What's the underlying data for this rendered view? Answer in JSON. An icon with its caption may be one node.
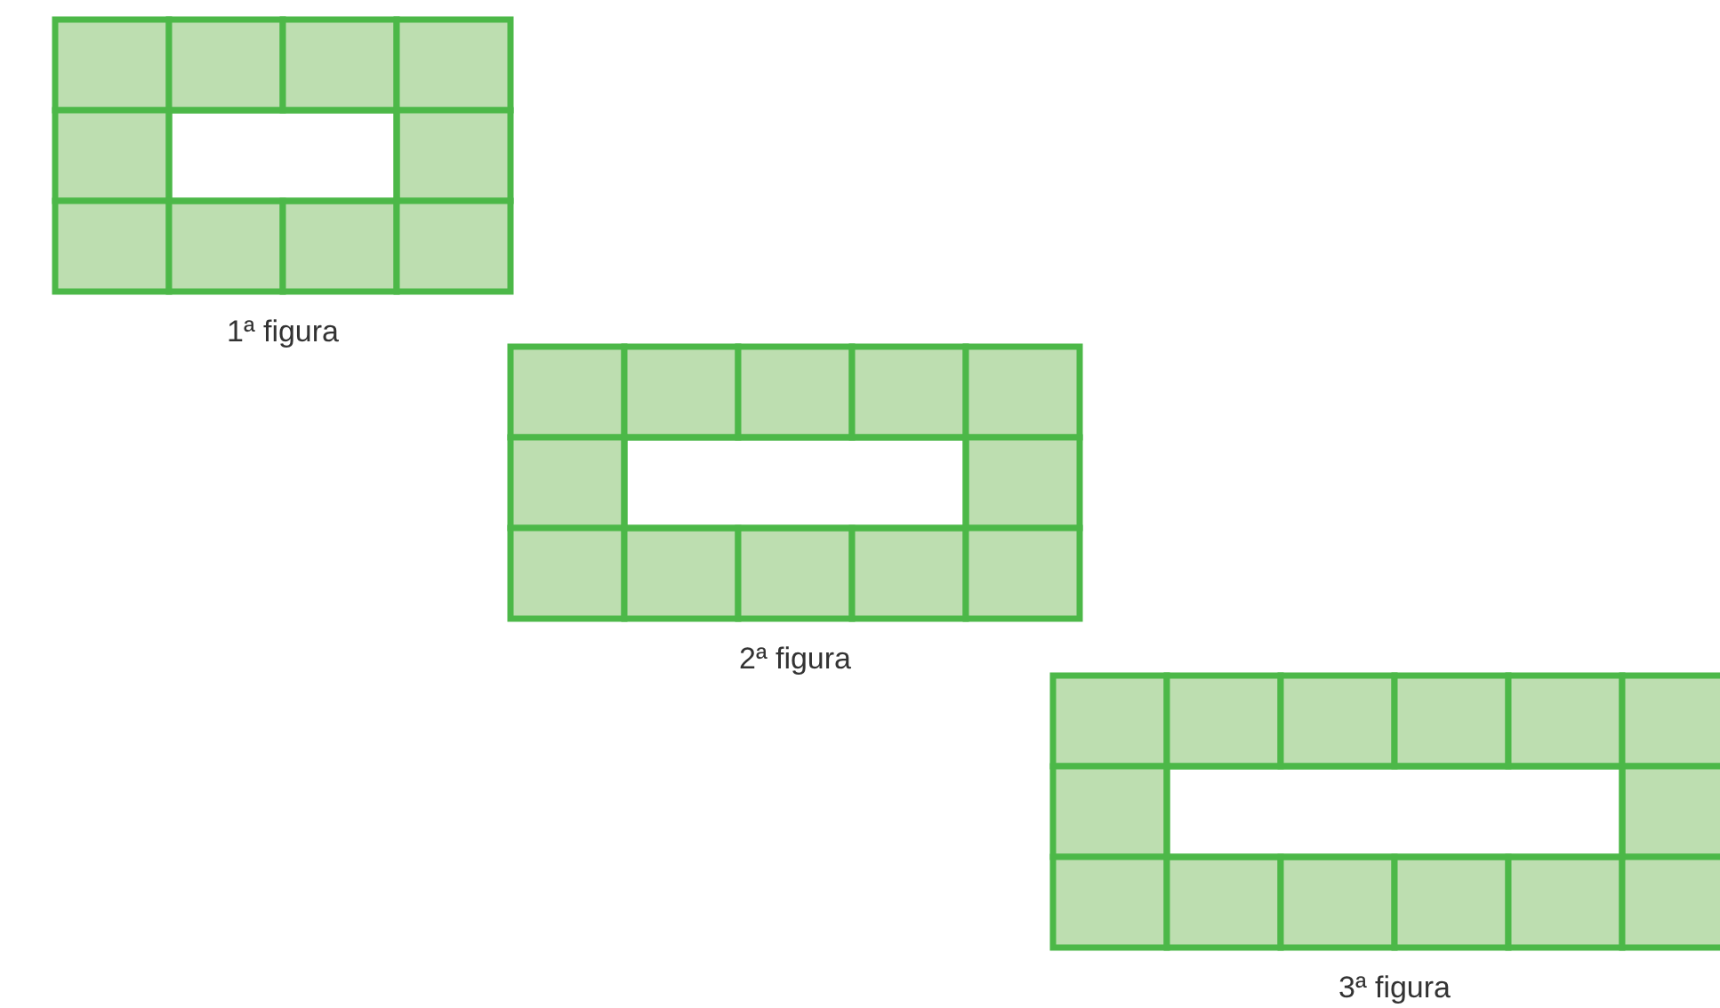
{
  "diagram": {
    "nodes": [
      {
        "text": [
          "1ª figura"
        ]
      },
      {
        "text": [
          "2ª figura"
        ]
      },
      {
        "text": [
          "3ª figura"
        ]
      }
    ]
  }
}
